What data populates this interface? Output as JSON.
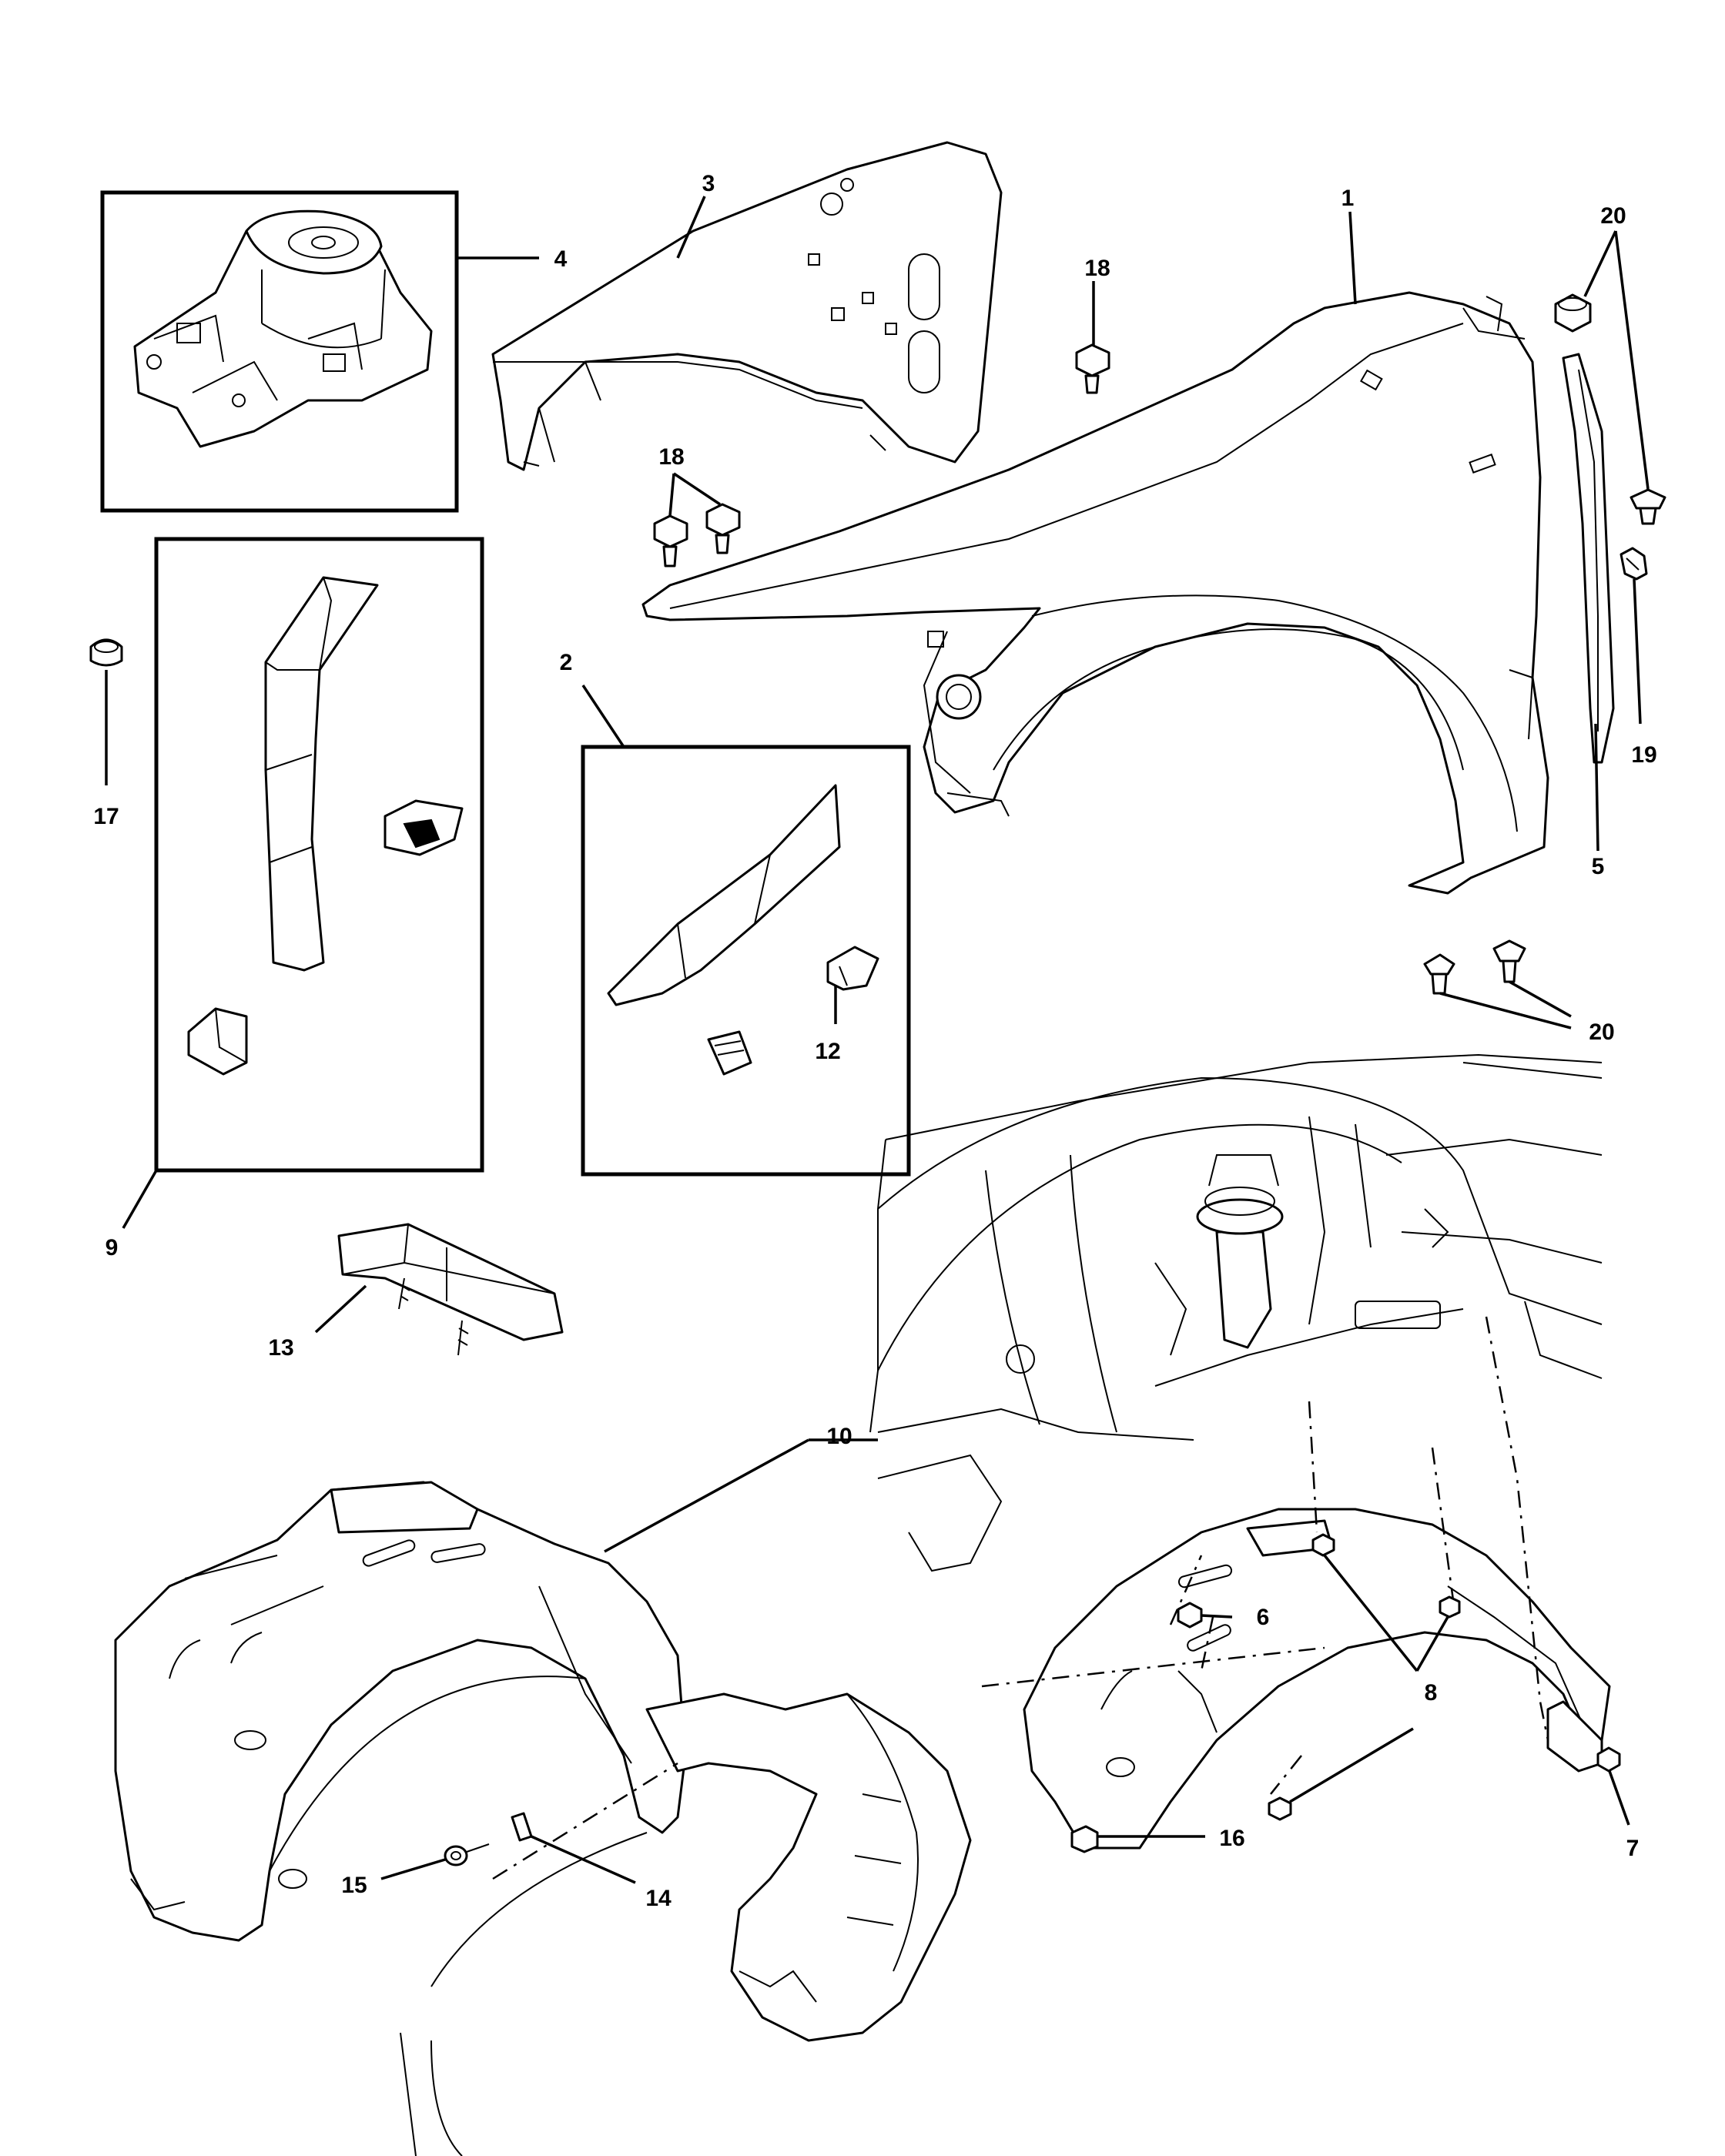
{
  "callouts": {
    "c1": "1",
    "c2": "2",
    "c3": "3",
    "c4": "4",
    "c5": "5",
    "c6": "6",
    "c7": "7",
    "c8": "8",
    "c9": "9",
    "c10": "10",
    "c12": "12",
    "c13": "13",
    "c14": "14",
    "c15": "15",
    "c16": "16",
    "c17": "17",
    "c18a": "18",
    "c18b": "18",
    "c19": "19",
    "c20a": "20",
    "c20b": "20"
  }
}
